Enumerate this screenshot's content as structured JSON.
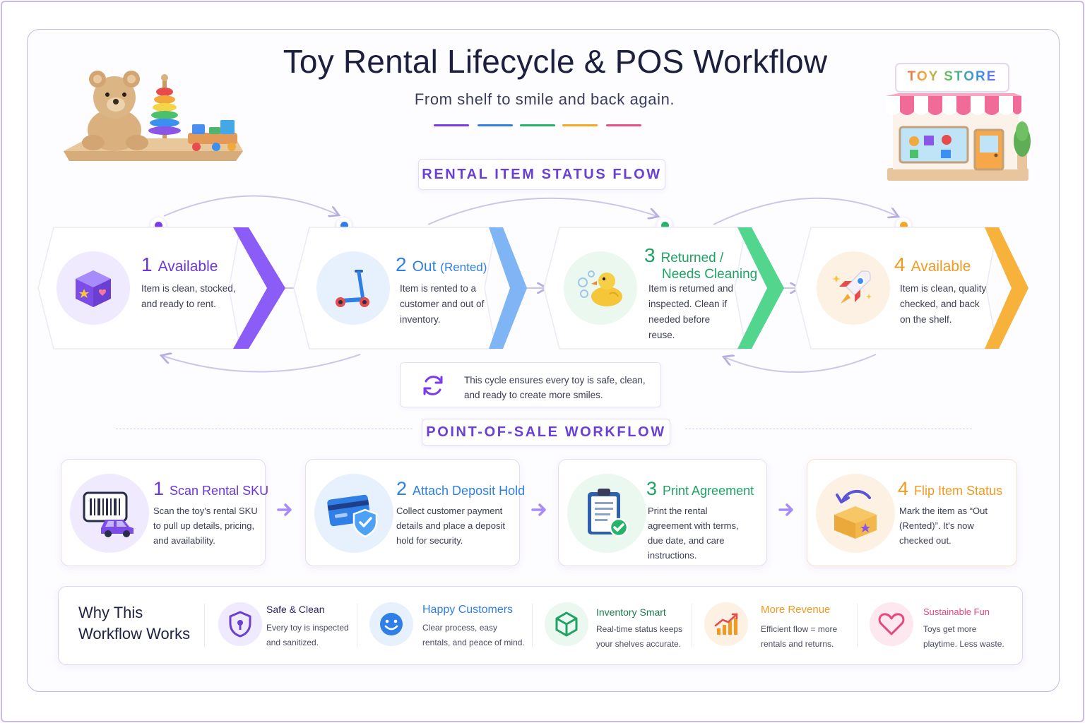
{
  "header": {
    "title": "Toy Rental Lifecycle & POS Workflow",
    "subtitle": "From shelf to smile and back again.",
    "accent_colors": [
      "#7c3aed",
      "#2f7fe6",
      "#26b36a",
      "#f5a623",
      "#ec4f86"
    ],
    "store_sign": "TOY STORE"
  },
  "status_flow": {
    "label": "RENTAL ITEM STATUS FLOW",
    "steps": [
      {
        "number": "1",
        "title": "Available",
        "title_suffix": "",
        "description": "Item is clean, stocked, and ready to rent.",
        "icon": "toy-block-icon",
        "color": "#7c3aed"
      },
      {
        "number": "2",
        "title": "Out",
        "title_suffix": "(Rented)",
        "description": "Item is rented to a customer and out of inventory.",
        "icon": "scooter-icon",
        "color": "#2f7fe6"
      },
      {
        "number": "3",
        "title": "Returned /",
        "title_line2": "Needs Cleaning",
        "description": "Item is returned and inspected. Clean if needed before reuse.",
        "icon": "rubber-duck-icon",
        "color": "#1fa365"
      },
      {
        "number": "4",
        "title": "Available",
        "title_suffix": "",
        "description": "Item is clean, quality checked, and back on the shelf.",
        "icon": "rocket-icon",
        "color": "#f29a1f"
      }
    ],
    "cycle_note": "This cycle ensures every toy is safe, clean, and ready to create more smiles."
  },
  "pos_workflow": {
    "label": "POINT-OF-SALE WORKFLOW",
    "steps": [
      {
        "number": "1",
        "title": "Scan Rental SKU",
        "description": "Scan the toy's rental SKU to pull up details, pricing, and availability.",
        "icon": "barcode-car-icon",
        "color": "#7c3aed"
      },
      {
        "number": "2",
        "title": "Attach Deposit Hold",
        "description": "Collect customer payment details and place a deposit hold for security.",
        "icon": "card-shield-icon",
        "color": "#2f7fe6"
      },
      {
        "number": "3",
        "title": "Print Agreement",
        "description": "Print the rental agreement with terms, due date, and care instructions.",
        "icon": "clipboard-check-icon",
        "color": "#1fa365"
      },
      {
        "number": "4",
        "title": "Flip Item Status",
        "description": "Mark the item as “Out (Rented)”. It's now checked out.",
        "icon": "box-refresh-icon",
        "color": "#f29a1f"
      }
    ]
  },
  "benefits": {
    "heading": "Why This Workflow Works",
    "items": [
      {
        "title": "Safe & Clean",
        "description": "Every toy is inspected and sanitized.",
        "icon": "shield-lock-icon",
        "color": "#6b3fd1"
      },
      {
        "title": "Happy Customers",
        "description": "Clear process, easy rentals, and peace of mind.",
        "icon": "smile-icon",
        "color": "#2f7fe6"
      },
      {
        "title": "Inventory Smart",
        "description": "Real-time status keeps your shelves accurate.",
        "icon": "cube-icon",
        "color": "#1fa365"
      },
      {
        "title": "More Revenue",
        "description": "Efficient flow = more rentals and returns.",
        "icon": "bar-chart-icon",
        "color": "#f29a1f"
      },
      {
        "title": "Sustainable Fun",
        "description": "Toys get more playtime. Less waste.",
        "icon": "heart-icon",
        "color": "#e8477c"
      }
    ]
  }
}
